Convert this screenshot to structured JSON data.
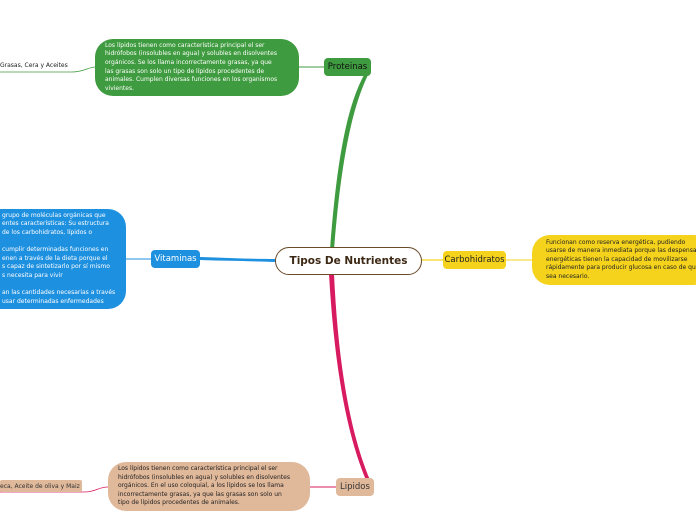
{
  "center": {
    "label": "Tipos De Nutrientes"
  },
  "branches": {
    "proteinas": {
      "label": "Proteinas",
      "color": "#3f9b3f",
      "description_lines": [
        "Los lípidos tienen como característica principal el ser",
        "hidrófobos (insolubles en agua) y solubles en disolventes",
        "orgánicos. Se los llama incorrectamente grasas, ya que",
        "las grasas son solo un tipo de lípidos procedentes de",
        "animales. Cumplen diversas funciones en los organismos",
        "vivientes."
      ],
      "leaf": "Grasas, Cera y Aceites"
    },
    "vitaminas": {
      "label": "Vitaminas",
      "color": "#1e90e0",
      "description_lines": [
        "grupo de moléculas orgánicas que",
        "entes características: Su estructura",
        "de los carbohidratos, lípidos o",
        "",
        "cumplir determinadas funciones en",
        "enen a través de la dieta porque el",
        "s capaz de sintetizarlo por sí mismo",
        "s necesita para vivir",
        "",
        "an las cantidades necesarias a través",
        "usar determinadas enfermedades"
      ]
    },
    "carbohidratos": {
      "label": "Carbohidratos",
      "color": "#f5d31c",
      "description_lines": [
        "Funcionan como reserva energética, pudiendo",
        "usarse de manera inmediata porque las despensas",
        "energéticas tienen la capacidad de movilizarse",
        "rápidamente para producir glucosa en caso de que",
        "sea necesario."
      ]
    },
    "lipidos": {
      "label": "Lipidos",
      "color": "#e0b89a",
      "line_color": "#d81b60",
      "description_lines": [
        "Los lípidos tienen como característica principal el ser",
        "hidrófobos (insolubles en agua) y solubles en disolventes",
        "orgánicos. En el uso coloquial, a los lípidos se los llama",
        "incorrectamente grasas, ya que las grasas son solo un",
        "tipo de lípidos procedentes de animales."
      ],
      "leaf": "eca, Aceite de oliva y Maiz"
    }
  }
}
